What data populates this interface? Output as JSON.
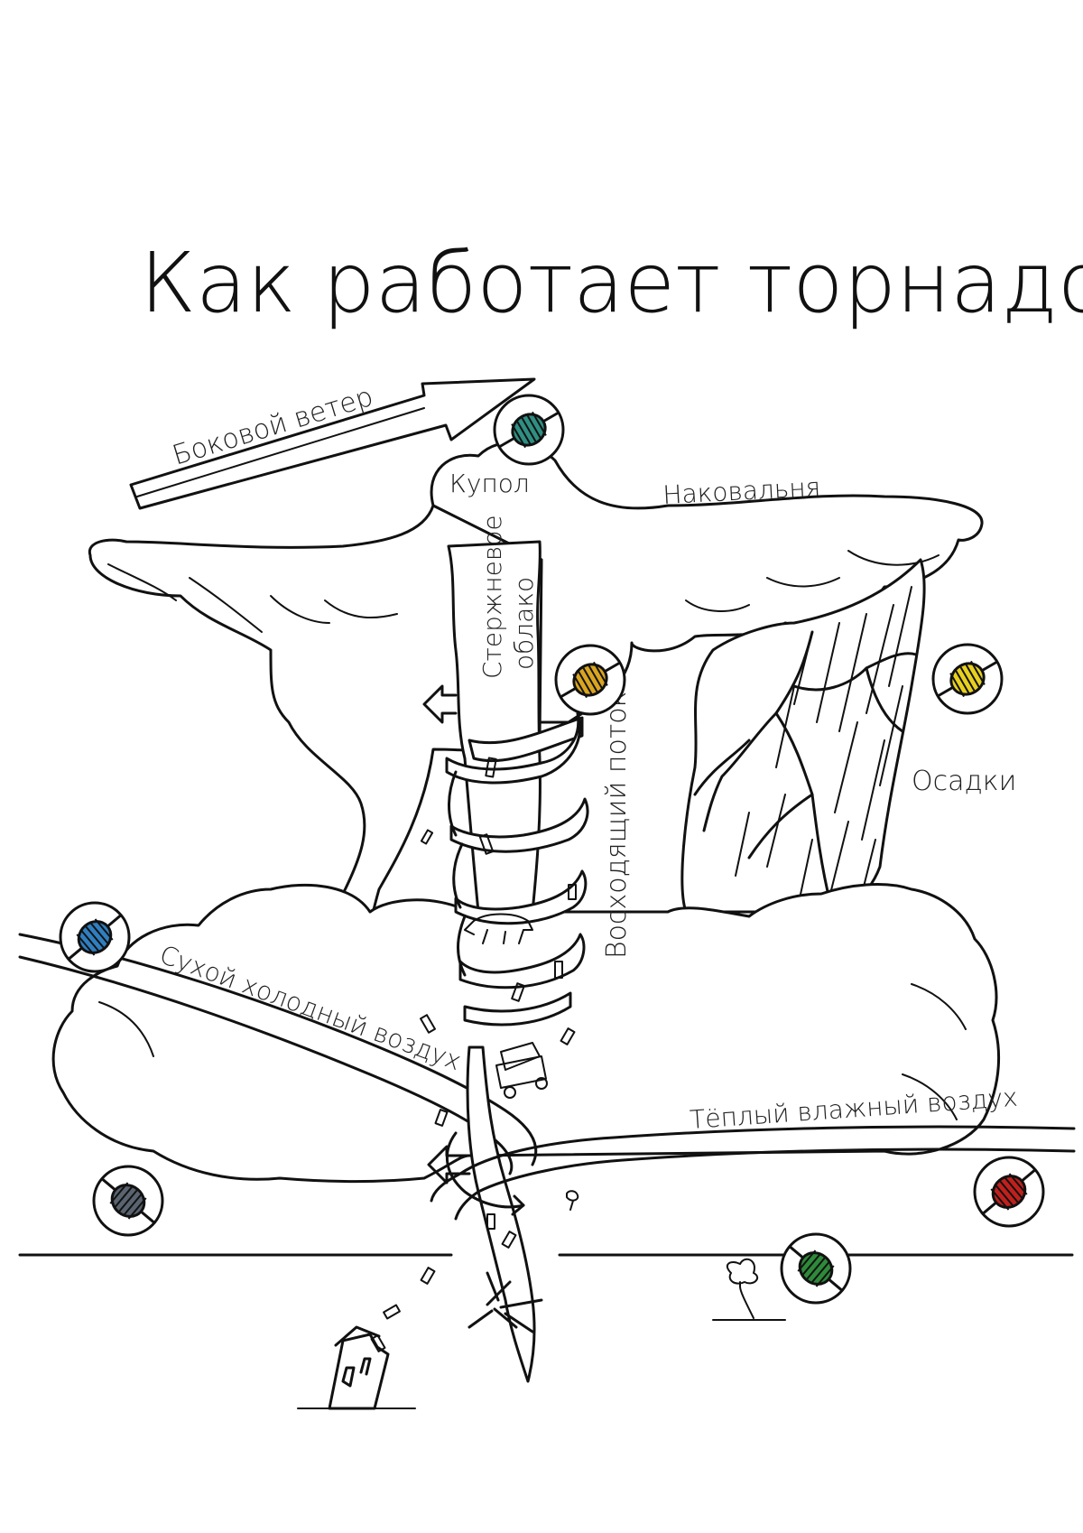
{
  "title": "Как работает торнадо?",
  "labels": {
    "side_wind": "Боковой ветер",
    "dome": "Купол",
    "anvil": "Наковальня",
    "core_cloud": "Стержневое облако",
    "updraft": "Восходящий поток",
    "precipitation": "Осадки",
    "dry_cold_air": "Сухой холодный воздух",
    "warm_moist_air": "Тёплый влажный воздух"
  },
  "markers": [
    {
      "name": "side-wind-marker",
      "color": "#2f8f82"
    },
    {
      "name": "core-cloud-marker",
      "color": "#d9a520"
    },
    {
      "name": "precipitation-marker",
      "color": "#e8d020"
    },
    {
      "name": "dry-cold-air-marker",
      "color": "#2f7fc0"
    },
    {
      "name": "ground-left-marker",
      "color": "#5a6470"
    },
    {
      "name": "warm-air-marker",
      "color": "#c0201c"
    },
    {
      "name": "ground-right-marker",
      "color": "#2e8a3a"
    }
  ]
}
